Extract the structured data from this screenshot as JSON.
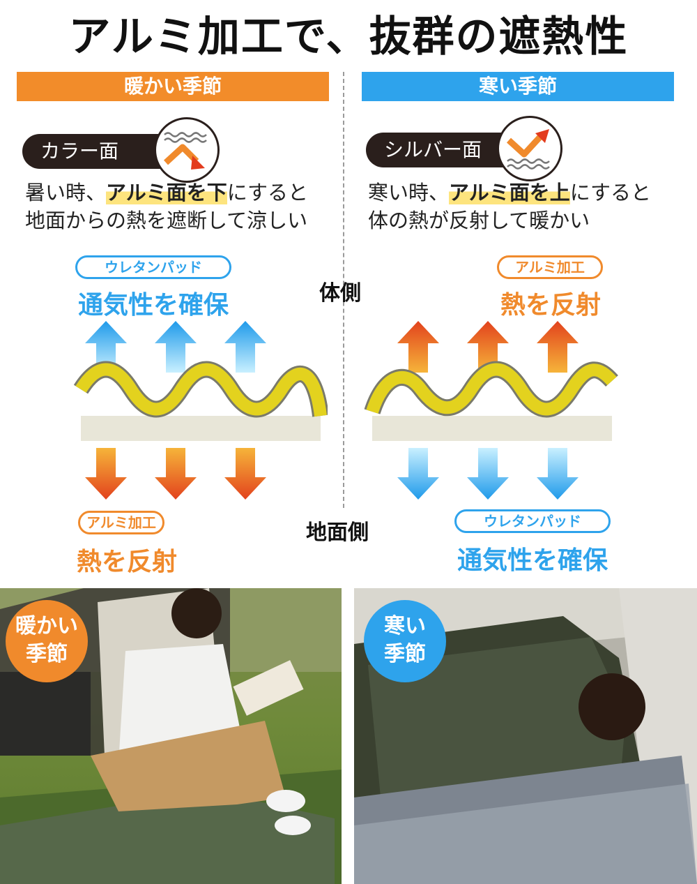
{
  "title": "アルミ加工で、抜群の遮熱性",
  "warm": {
    "season_label": "暖かい季節",
    "face_label": "カラー面",
    "desc_line1_pre": "暑い時、",
    "desc_line1_hl": "アルミ面を下",
    "desc_line1_post": "にすると",
    "desc_line2": "地面からの熱を遮断して涼しい",
    "top_pill": "ウレタンパッド",
    "top_big": "通気性を確保",
    "bottom_pill": "アルミ加工",
    "bottom_big": "熱を反射",
    "photo_badge_line1": "暖かい",
    "photo_badge_line2": "季節"
  },
  "cold": {
    "season_label": "寒い季節",
    "face_label": "シルバー面",
    "desc_line1_pre": "寒い時、",
    "desc_line1_hl": "アルミ面を上",
    "desc_line1_post": "にすると",
    "desc_line2": "体の熱が反射して暖かい",
    "top_pill": "アルミ加工",
    "top_big": "熱を反射",
    "bottom_pill": "ウレタンパッド",
    "bottom_big": "通気性を確保",
    "photo_badge_line1": "寒い",
    "photo_badge_line2": "季節"
  },
  "side_labels": {
    "body_side": "体側",
    "ground_side": "地面側"
  },
  "colors": {
    "warm_orange": "#f28c2a",
    "cold_blue": "#2ea3ec",
    "highlight_yellow": "#fde47e",
    "wave_yellow": "#e3d21e",
    "pad_beige": "#e8e6d8"
  },
  "icons": {
    "warm_face_icon": "down-arrow-zigzag-icon",
    "cold_face_icon": "up-arrow-zigzag-icon"
  }
}
